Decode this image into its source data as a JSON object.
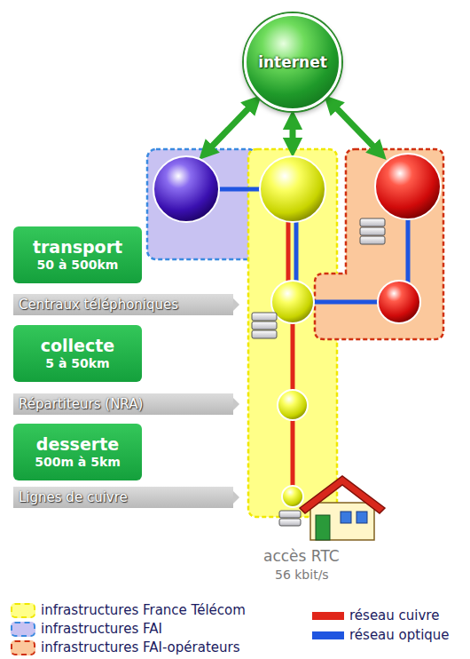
{
  "diagram": {
    "nodes": [
      {
        "text": [
          "internet"
        ]
      },
      {
        "text": [
          "transport",
          "50 à 500km"
        ]
      },
      {
        "text": [
          "Centraux téléphoniques"
        ]
      },
      {
        "text": [
          "collecte",
          "5 à 50km"
        ]
      },
      {
        "text": [
          "Répartiteurs (NRA)"
        ]
      },
      {
        "text": [
          "desserte",
          "500m à 5km"
        ]
      },
      {
        "text": [
          "Lignes de cuivre"
        ]
      }
    ],
    "labels": [
      "accès RTC",
      "56 kbit/s"
    ],
    "legend": [
      {
        "text": "infrastructures France Télécom",
        "color": "#ffff88"
      },
      {
        "text": "infrastructures FAI",
        "color": "#c8c2f2"
      },
      {
        "text": "infrastructures FAI-opérateurs",
        "color": "#fbc89c"
      },
      {
        "text": "réseau cuivre",
        "color": "#e0261a"
      },
      {
        "text": "réseau optique",
        "color": "#1f55e0"
      }
    ]
  }
}
